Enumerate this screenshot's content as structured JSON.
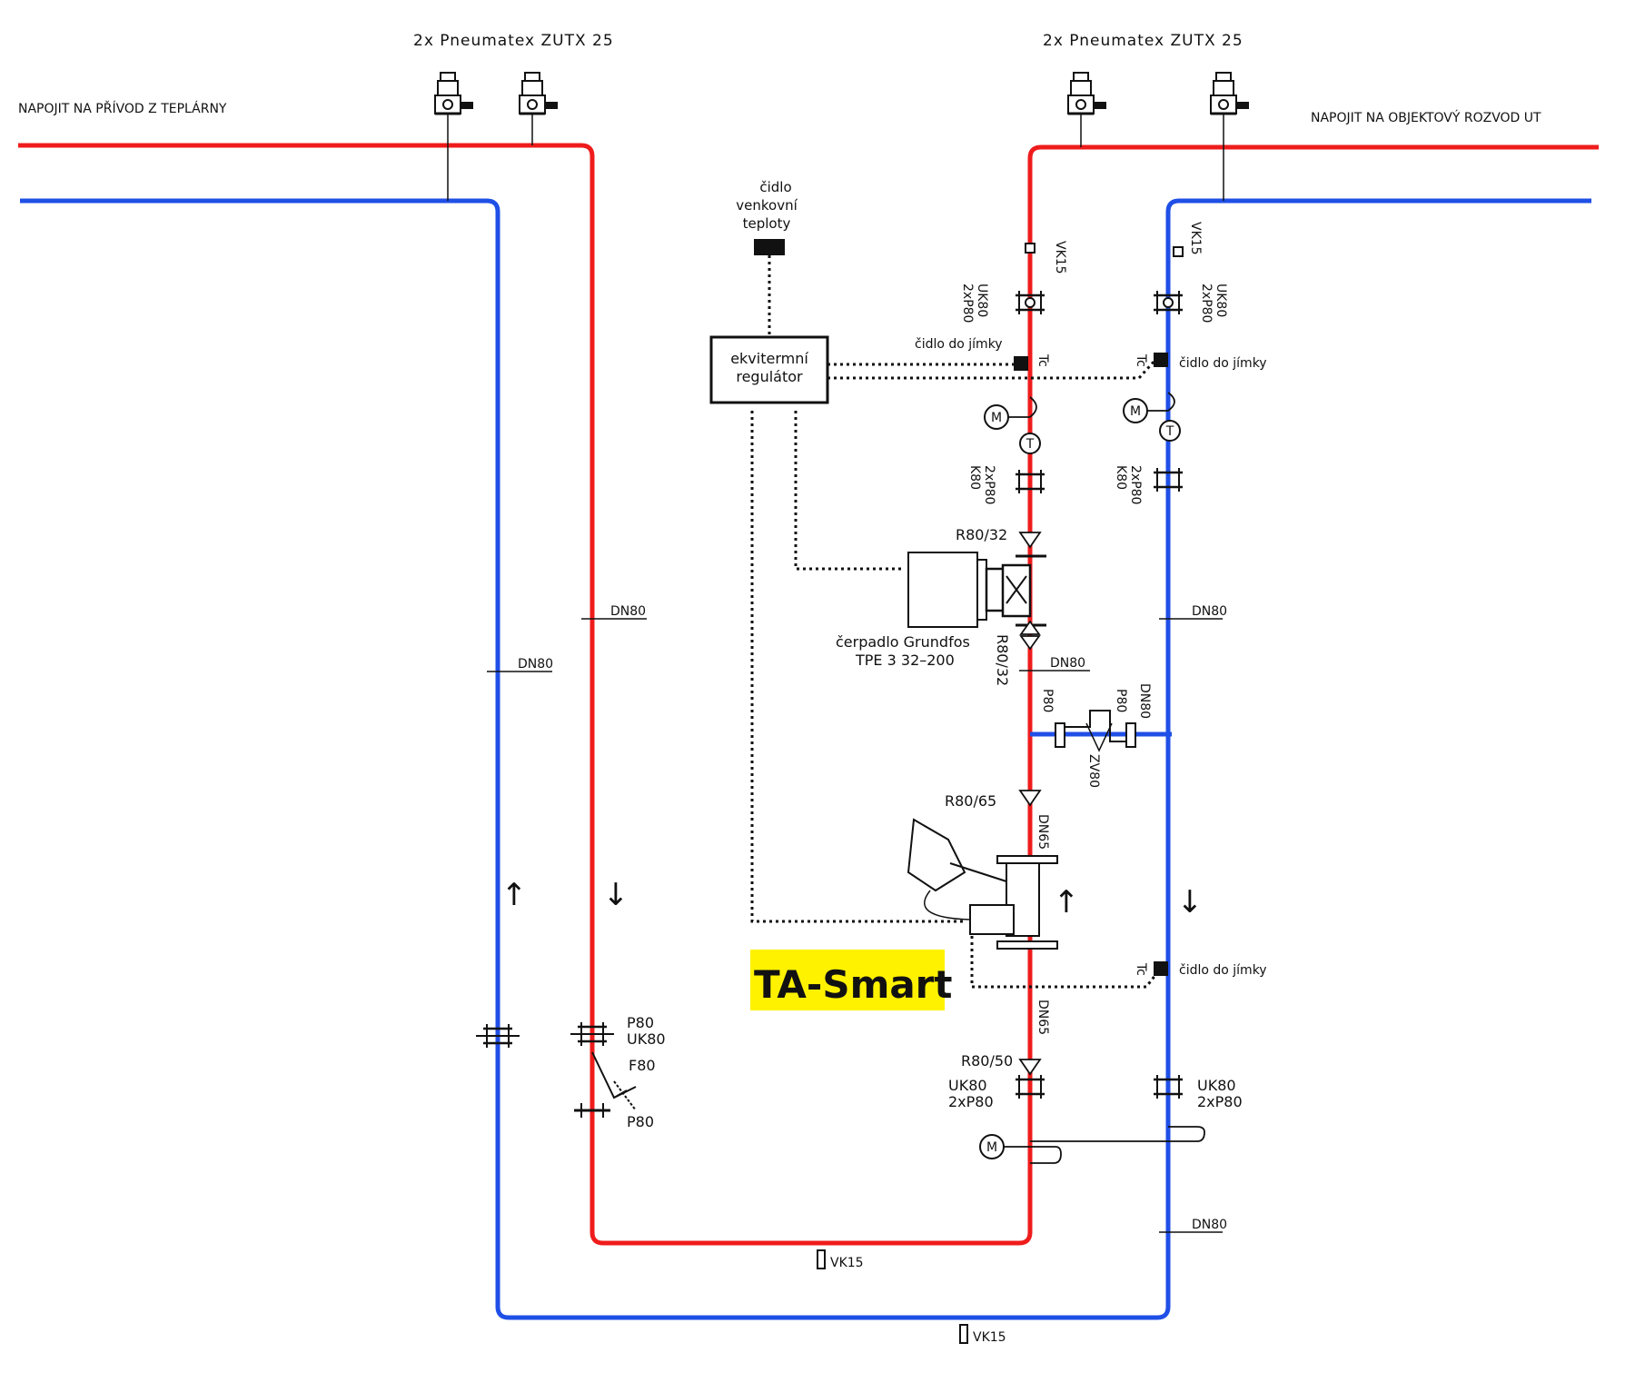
{
  "colors": {
    "supply": "#ef1c1c",
    "return": "#1f4fe6",
    "highlight": "#fff200",
    "ink": "#111111"
  },
  "labels": {
    "valve_group_left": "2x  Pneumatex  ZUTX  25",
    "valve_group_right": "2x  Pneumatex  ZUTX  25",
    "connect_left": "NAPOJIT NA PŘÍVOD Z TEPLÁRNY",
    "connect_right": "NAPOJIT NA OBJEKTOVÝ ROZVOD UT",
    "outdoor_sensor": [
      "čidlo",
      "venkovní",
      "teploty"
    ],
    "controller": [
      "ekvitermní",
      "regulátor"
    ],
    "well_sensor": "čidlo do jímky",
    "tc": "Tc",
    "vk15": "VK15",
    "uk80": "UK80",
    "x2p80": "2xP80",
    "k80": "K80",
    "dn80": "DN80",
    "dn65": "DN65",
    "r80_32": "R80/32",
    "r80_65": "R80/65",
    "r80_50": "R80/50",
    "p80": "P80",
    "f80": "F80",
    "zv80": "ZV80",
    "pump": [
      "čerpadlo Grundfos",
      "TPE  3  32–200"
    ],
    "motor": "M",
    "thermo": "T",
    "ta_smart": "TA-Smart",
    "arrow_up": "↑",
    "arrow_down": "↓"
  }
}
